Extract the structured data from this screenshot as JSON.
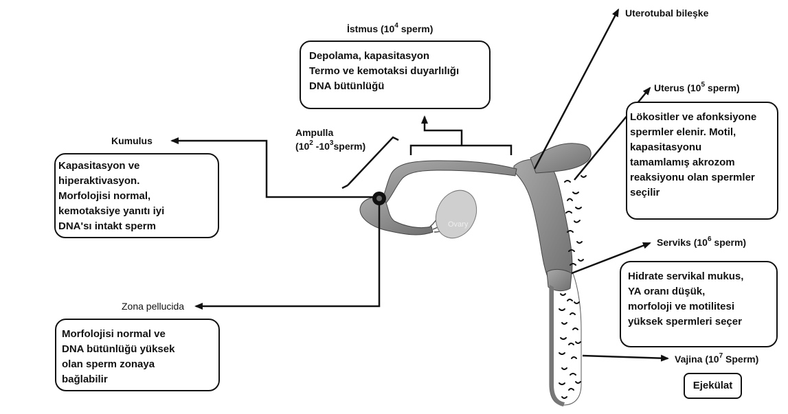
{
  "labels": {
    "istmus_pre": "İstmus (10",
    "istmus_exp": "4",
    "istmus_post": " sperm)",
    "uterotubal": "Uterotubal bileşke",
    "uterus_pre": "Uterus (10",
    "uterus_exp": "5",
    "uterus_post": " sperm)",
    "kumulus": "Kumulus",
    "ampulla_line1": "Ampulla",
    "ampulla_pre": "(10",
    "ampulla_exp1": "2",
    "ampulla_mid": " -10",
    "ampulla_exp2": "3",
    "ampulla_post": "sperm)",
    "serviks_pre": "Serviks  (10",
    "serviks_exp": "6",
    "serviks_post": " sperm)",
    "zona": "Zona pellucida",
    "vajina_pre": "Vajina (10",
    "vajina_exp": "7",
    "vajina_post": " Sperm)",
    "ovary": "Ovary"
  },
  "boxes": {
    "istmus": [
      "Depolama, kapasitasyon",
      "Termo ve kemotaksi duyarlılığı",
      "DNA bütünlüğü"
    ],
    "kumulus": [
      "Kapasitasyon ve",
      "hiperaktivasyon.",
      "Morfolojisi normal,",
      "kemotaksiye yanıtı iyi",
      "DNA'sı intakt  sperm"
    ],
    "uterus": [
      "Lökositler ve afonksiyone",
      "spermler elenir. Motil,",
      "kapasitasyonu",
      "tamamlamış akrozom",
      "reaksiyonu olan spermler",
      "seçilir"
    ],
    "serviks": [
      "Hidrate servikal mukus,",
      "YA oranı düşük,",
      "morfoloji ve motilitesi",
      "yüksek spermleri seçer"
    ],
    "zona": [
      "Morfolojisi normal ve",
      "DNA bütünlüğü yüksek",
      "olan sperm zonaya",
      "bağlabilir"
    ],
    "ejekulat": "Ejekülat"
  },
  "colors": {
    "organ": "#8c8c8c",
    "organ_dark": "#5e5e5e",
    "ovary": "#c8c8c8",
    "ink": "#111111"
  }
}
